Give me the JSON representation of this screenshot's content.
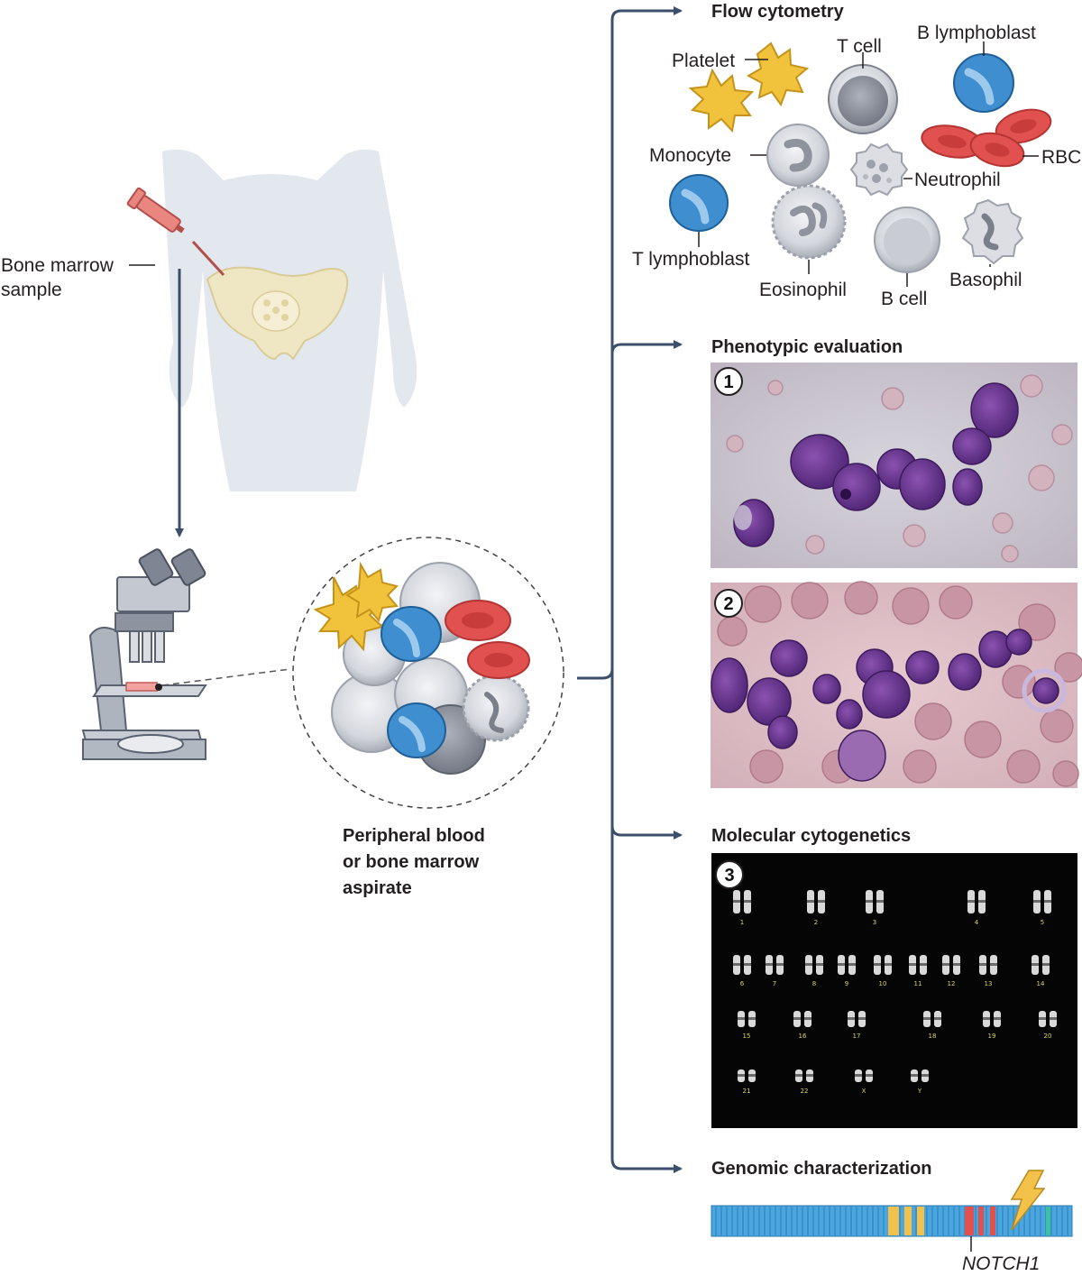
{
  "left": {
    "sample_label_line1": "Bone marrow",
    "sample_label_line2": "sample",
    "aspirate_line1": "Peripheral blood",
    "aspirate_line2": "or bone marrow",
    "aspirate_line3": "aspirate"
  },
  "flow": {
    "title": "Flow cytometry",
    "cells": {
      "platelet": "Platelet",
      "t_cell": "T cell",
      "b_lymphoblast": "B lymphoblast",
      "monocyte": "Monocyte",
      "neutrophil": "Neutrophil",
      "rbc": "RBC",
      "t_lymphoblast": "T lymphoblast",
      "eosinophil": "Eosinophil",
      "b_cell": "B cell",
      "basophil": "Basophil"
    }
  },
  "phenotypic": {
    "title": "Phenotypic evaluation",
    "panel1": "1",
    "panel2": "2"
  },
  "cytogenetics": {
    "title": "Molecular cytogenetics",
    "panel3": "3",
    "chromosomes": [
      "1",
      "2",
      "3",
      "4",
      "5",
      "6",
      "7",
      "8",
      "9",
      "10",
      "11",
      "12",
      "13",
      "14",
      "15",
      "16",
      "17",
      "18",
      "19",
      "20",
      "21",
      "22",
      "X",
      "Y"
    ]
  },
  "genomic": {
    "title": "Genomic characterization",
    "gene": "NOTCH1"
  },
  "colors": {
    "arrow": "#3b4e6a",
    "body": "#e3e7ee",
    "pelvis": "#efe6c3",
    "platelet": "#f1c23b",
    "blast_blue": "#3e8ed0",
    "rbc_red": "#e0514f",
    "cell_grey": "#c9ccd3",
    "smear_purple": "#6b3a8e",
    "genome_blue": "#4aa6dd"
  }
}
